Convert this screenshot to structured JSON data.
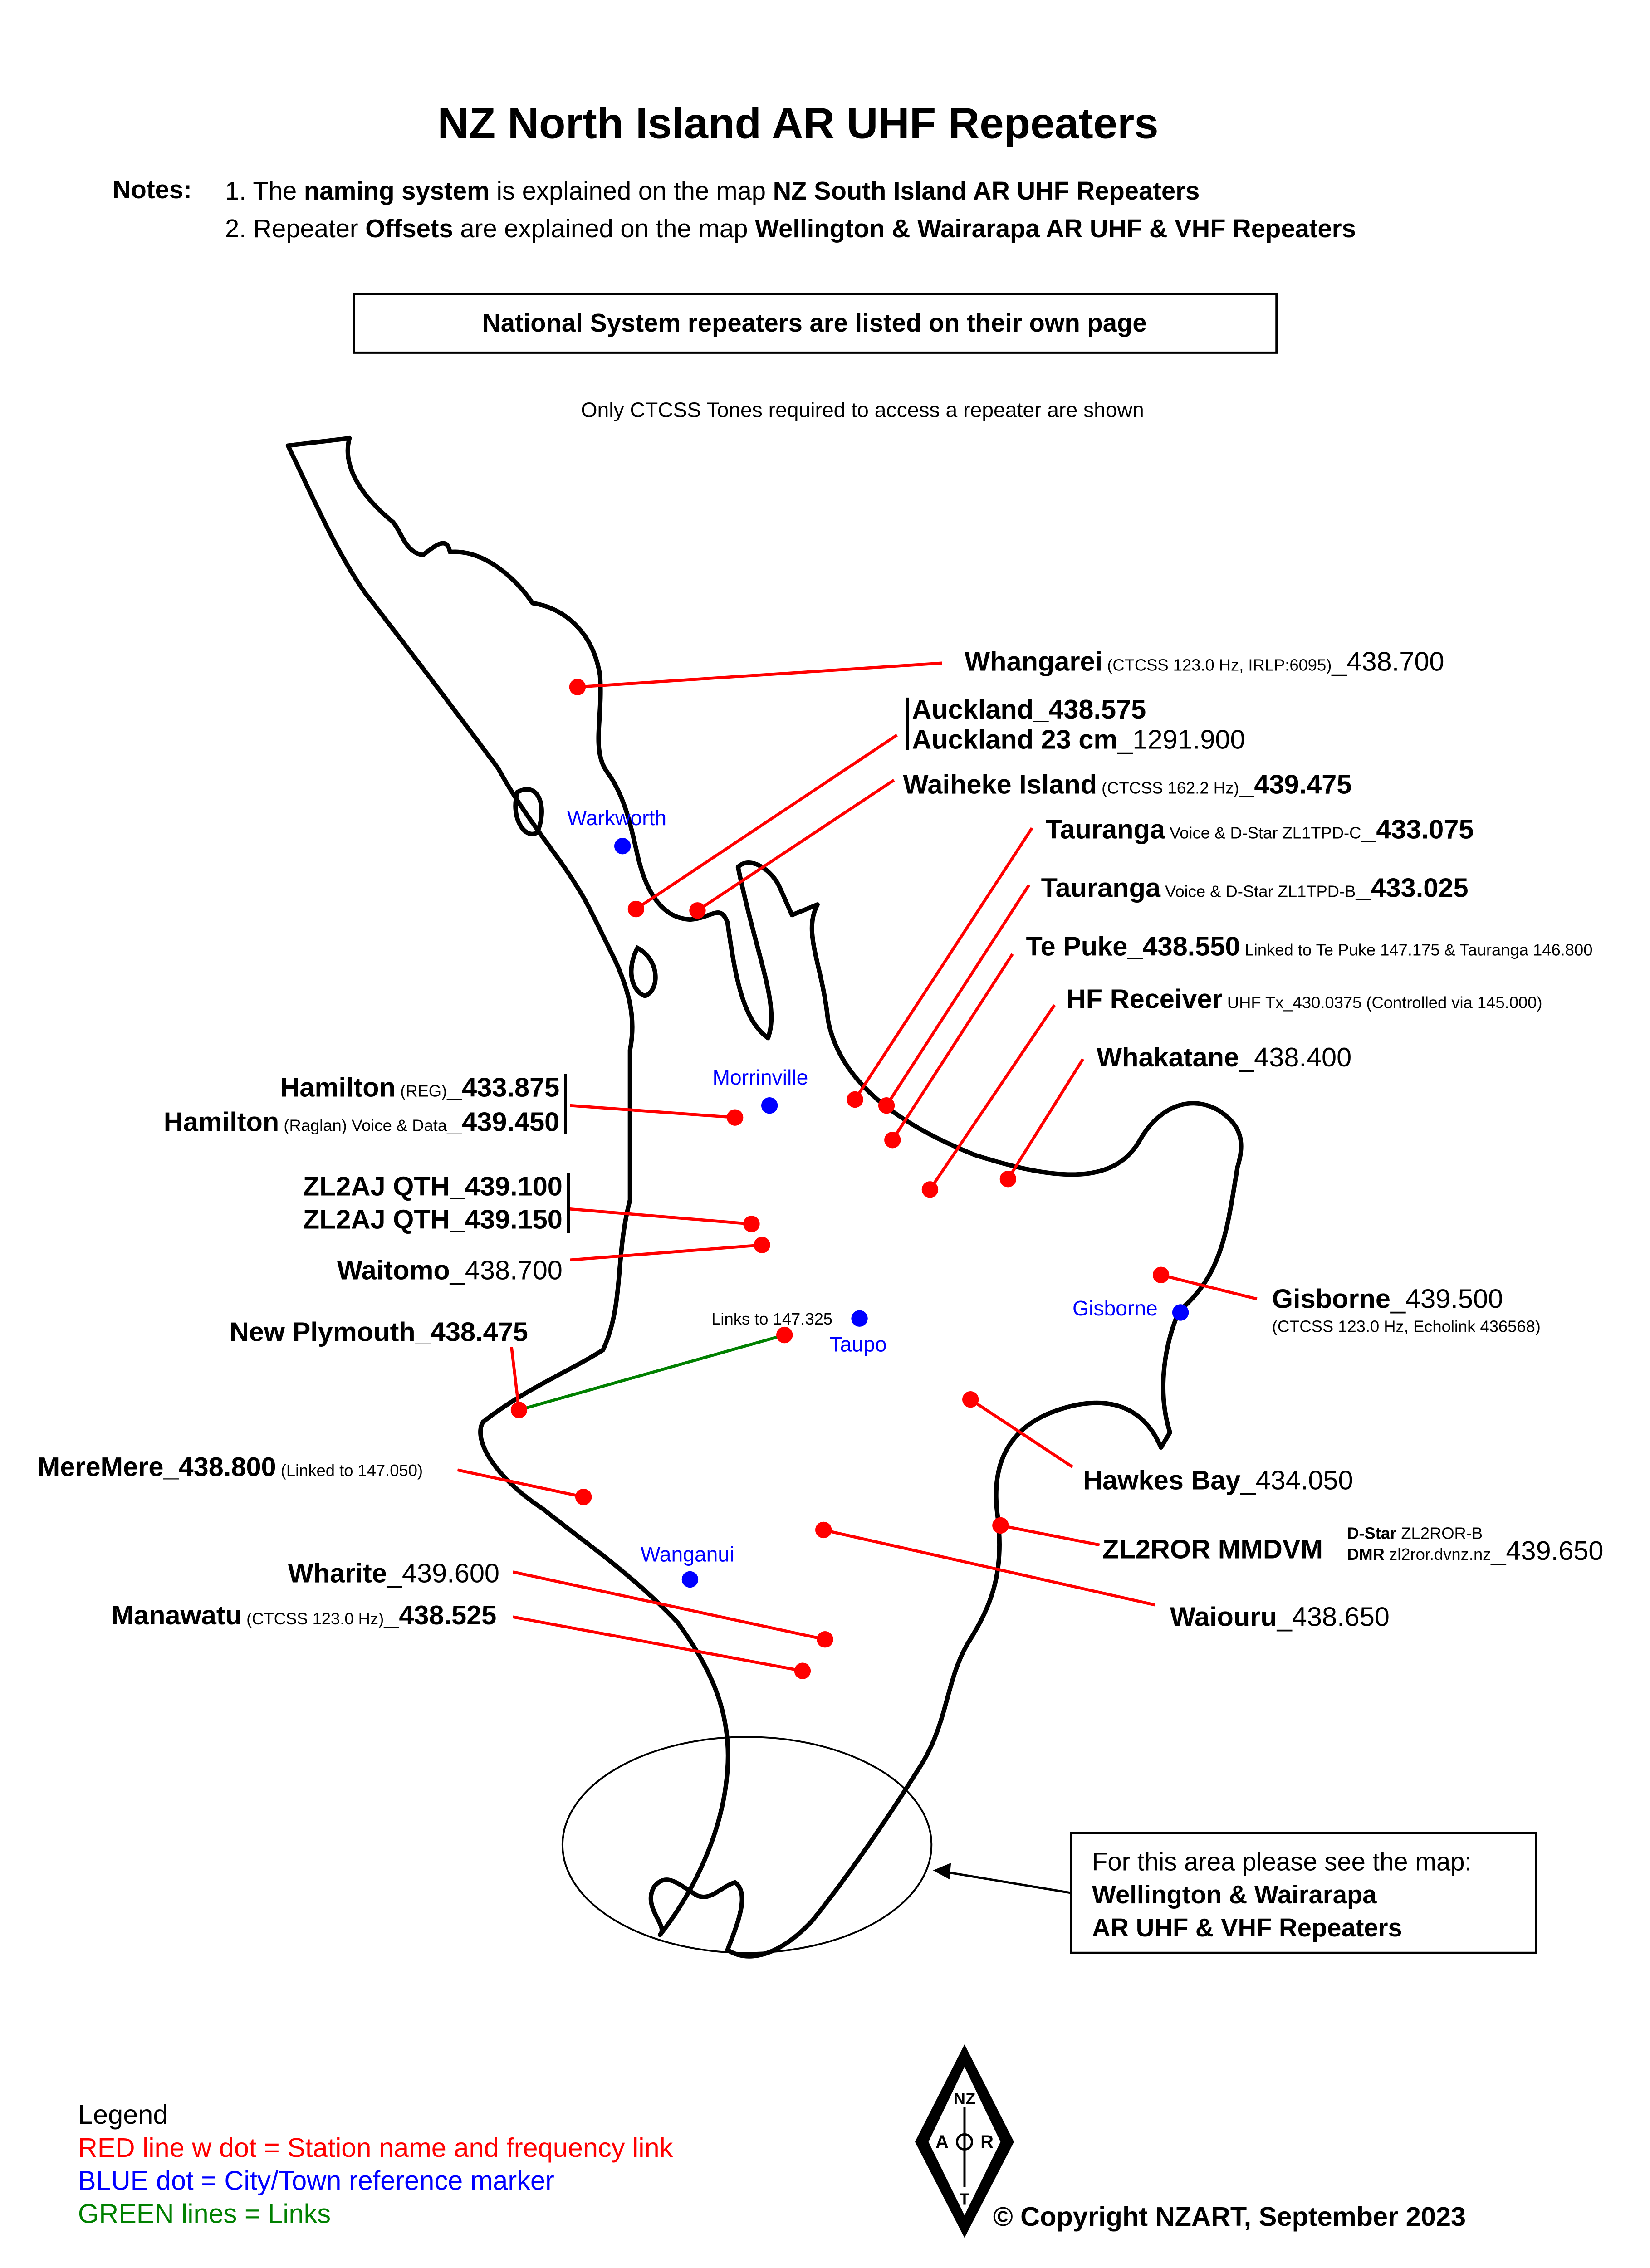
{
  "title": "NZ North Island AR  UHF Repeaters",
  "notes": {
    "label": "Notes:",
    "line1": {
      "a": "1. The ",
      "b": "naming system",
      "c": " is explained on the map ",
      "d": "NZ South Island AR  UHF Repeaters"
    },
    "line2": {
      "a": "2. Repeater ",
      "b": "Offsets",
      "c": " are explained on the map ",
      "d": "Wellington & Wairarapa AR UHF & VHF Repeaters"
    }
  },
  "national_box": "National System repeaters are listed on their own page",
  "ctcss_note": "Only CTCSS Tones required to access a repeater are shown",
  "stations": {
    "whangarei": {
      "name": "Whangarei",
      "note": " (CTCSS 123.0 Hz, IRLP:6095)",
      "freq": "_438.700"
    },
    "auckland": {
      "name": "Auckland",
      "freq": "_438.575"
    },
    "auckland23": {
      "name": "Auckland 23 cm",
      "freq": "_1291.900"
    },
    "waiheke": {
      "name": "Waiheke Island",
      "note": " (CTCSS 162.2 Hz)",
      "freq": "_439.475"
    },
    "tauranga_c": {
      "name": "Tauranga",
      "note": " Voice & D-Star ZL1TPD-C",
      "freq": "_433.075"
    },
    "tauranga_b": {
      "name": "Tauranga",
      "note": " Voice & D-Star ZL1TPD-B",
      "freq": "_433.025"
    },
    "tepuke": {
      "name": "Te Puke",
      "freq": "_438.550",
      "note": " Linked to Te Puke 147.175 & Tauranga 146.800"
    },
    "hf": {
      "name": "HF Receiver",
      "note": " UHF Tx_430.0375 (Controlled via 145.000)"
    },
    "whakatane": {
      "name": "Whakatane",
      "freq": "_438.400"
    },
    "hamilton_reg": {
      "name": "Hamilton",
      "note": " (REG)",
      "freq": "_433.875"
    },
    "hamilton_raglan": {
      "name": "Hamilton",
      "note": " (Raglan) Voice & Data",
      "freq": "_439.450"
    },
    "zl2aj1": {
      "name": "ZL2AJ QTH",
      "freq": "_439.100"
    },
    "zl2aj2": {
      "name": "ZL2AJ QTH",
      "freq": "_439.150"
    },
    "waitomo": {
      "name": "Waitomo",
      "freq": "_438.700"
    },
    "gisborne": {
      "name": "Gisborne",
      "freq": "_439.500",
      "note": "(CTCSS 123.0 Hz, Echolink 436568)"
    },
    "newplymouth": {
      "name": "New Plymouth",
      "freq": "_438.475"
    },
    "taupo_link": "Links to 147.325",
    "meremere": {
      "name": "MereMere",
      "freq": "_438.800",
      "note": " (Linked to 147.050)"
    },
    "hawkesbay": {
      "name": "Hawkes Bay",
      "freq": "_434.050"
    },
    "zl2ror": {
      "name": "ZL2ROR MMDVM",
      "dstar_b": "D-Star",
      "dstar": " ZL2ROR-B",
      "dmr_b": "DMR",
      "dmr": " zl2ror.dvnz.nz",
      "freq": "_439.650"
    },
    "wharite": {
      "name": "Wharite",
      "freq": "_439.600"
    },
    "manawatu": {
      "name": "Manawatu",
      "note": " (CTCSS 123.0 Hz)",
      "freq": "_438.525"
    },
    "waiouru": {
      "name": "Waiouru",
      "freq": "_438.650"
    }
  },
  "towns": [
    "Warkworth",
    "Morrinville",
    "Taupo",
    "Gisborne",
    "Wanganui"
  ],
  "see_box": {
    "line1": "For this area please see the map:",
    "line2": "Wellington & Wairarapa",
    "line3": " AR UHF & VHF Repeaters"
  },
  "legend": {
    "title": "Legend",
    "red": "RED line w dot = Station name and frequency link",
    "blue": "BLUE dot = City/Town reference marker",
    "green": "GREEN lines =  Links",
    "colors": {
      "red": "#ff0000",
      "blue": "#0000ff",
      "green": "#008000"
    }
  },
  "logo_text": "NZART",
  "copyright": "© Copyright NZART, September 2023"
}
